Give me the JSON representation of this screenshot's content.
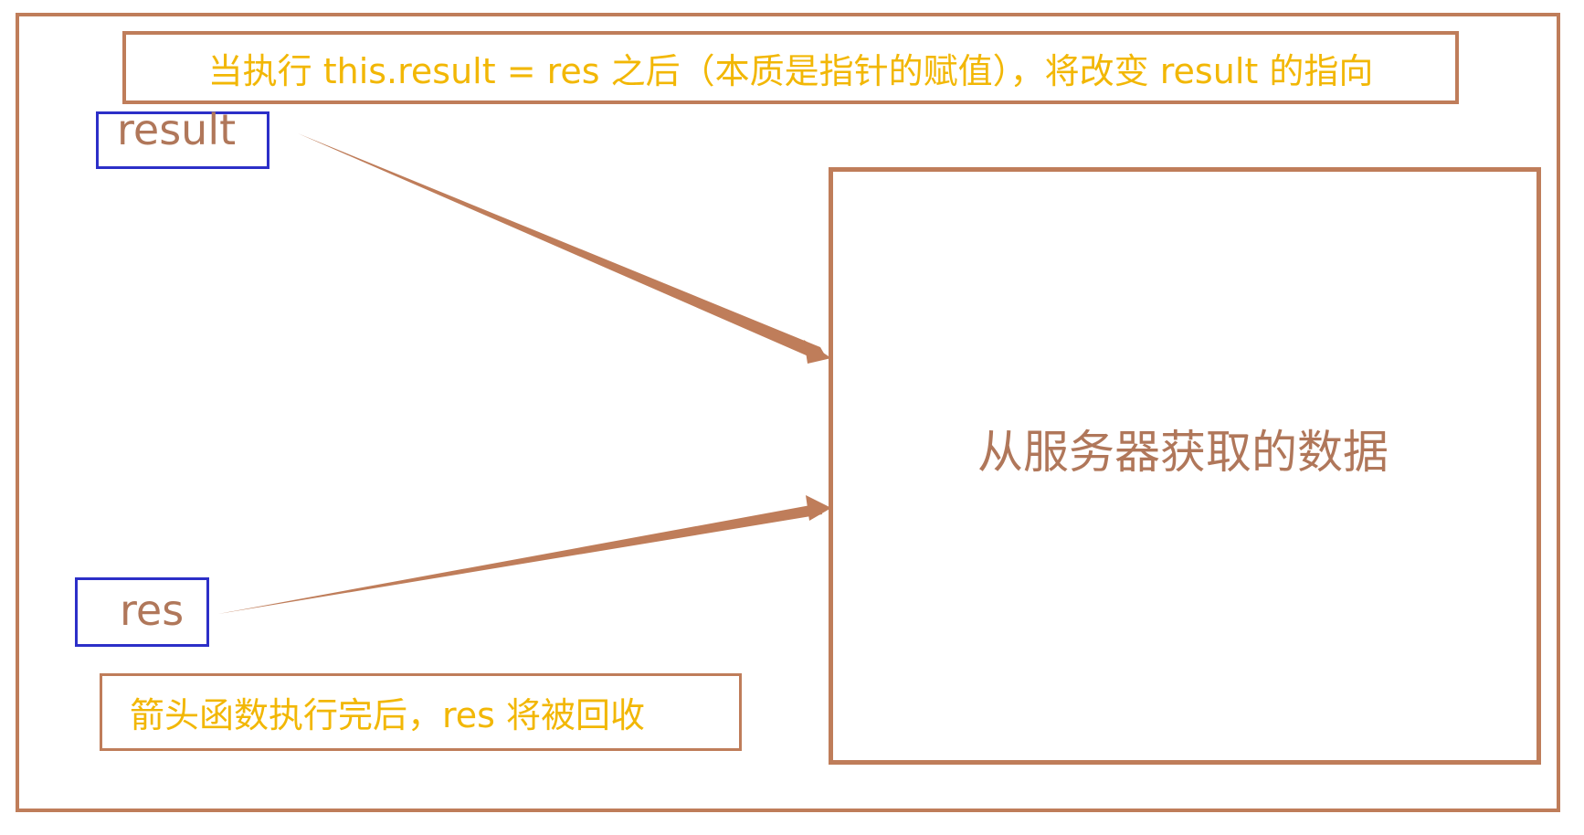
{
  "top_note": "当执行 this.result = res 之后（本质是指针的赋值），将改变 result 的指向",
  "result_label": "result",
  "res_label": "res",
  "bottom_note": "箭头函数执行完后，res 将被回收",
  "data_label": "从服务器获取的数据",
  "colors": {
    "frame": "#bf7d5a",
    "note_text": "#f2b705",
    "variable_box": "#2c2fc8",
    "label_text": "#b0775a"
  }
}
